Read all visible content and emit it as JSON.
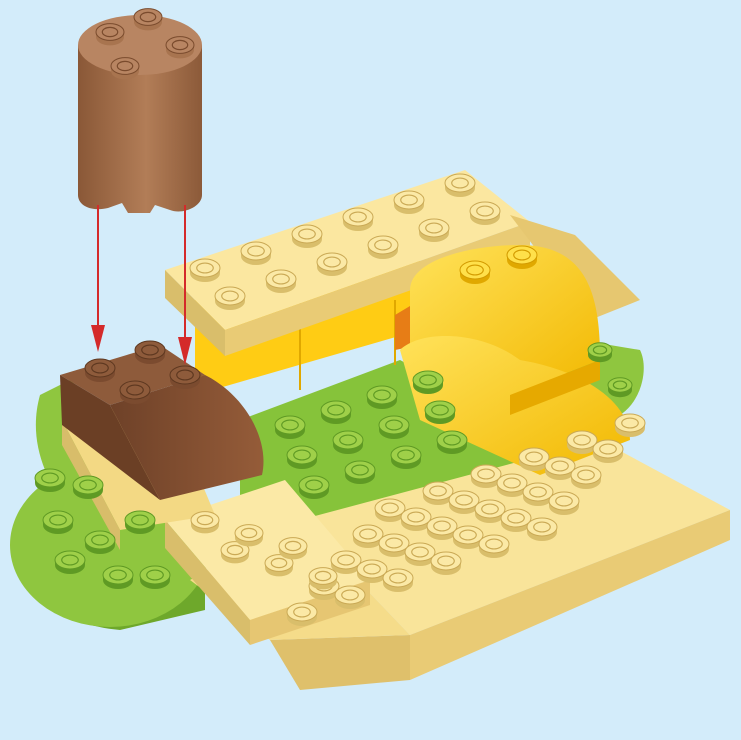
{
  "instruction_step": {
    "background_color": "#d3ecfa",
    "arrow_color": "#d42a2a",
    "arrow_count": 2,
    "parts": [
      {
        "id": "round-brick",
        "role": "falling part",
        "color": "#a36f4b"
      },
      {
        "id": "curved-brick-brown",
        "role": "target part",
        "color": "#7e4d31"
      },
      {
        "id": "green-baseplate",
        "color": "#8fc63f"
      },
      {
        "id": "light-yellow-plates",
        "color": "#f7e08f"
      },
      {
        "id": "yellow-arch-bricks",
        "color": "#ffd21a"
      }
    ],
    "colors": {
      "light_yellow": "#f5dc8a",
      "light_yellow_top": "#fbe9a6",
      "light_yellow_dark": "#d9be6b",
      "green": "#86c33a",
      "green_top": "#9fd049",
      "green_dark": "#5f9a24",
      "yellow": "#ffcf10",
      "yellow_dark": "#e0a800",
      "brown": "#7b4b2f",
      "brown_top": "#8e5b3b",
      "brown_light": "#a8744f",
      "brown_light_top": "#b88562",
      "orange": "#e77d16"
    }
  }
}
